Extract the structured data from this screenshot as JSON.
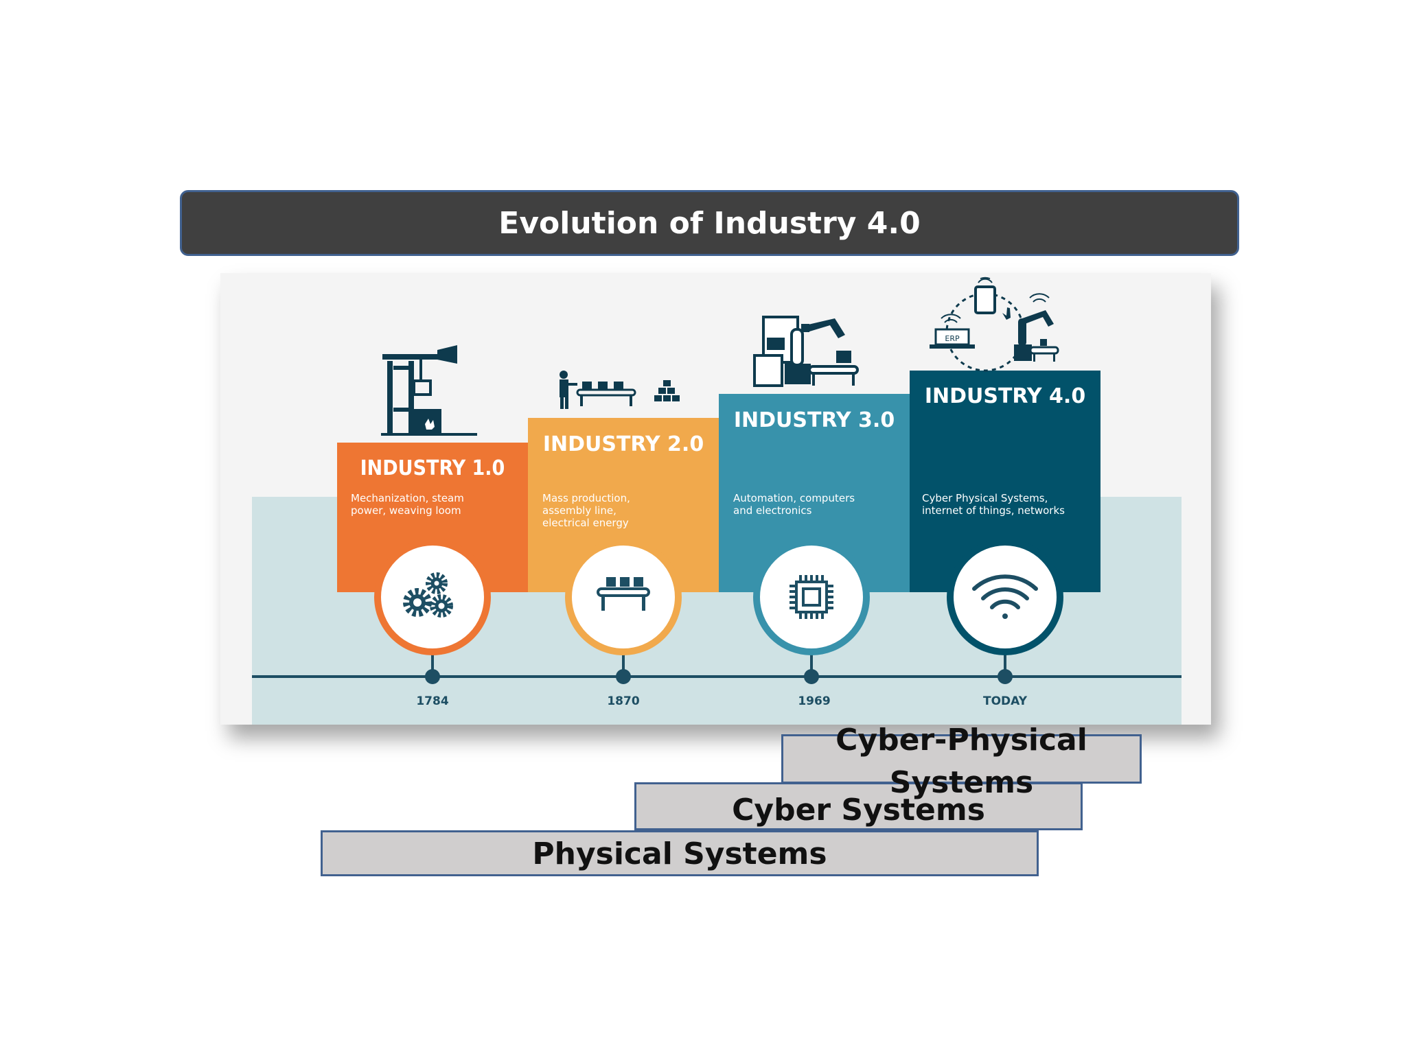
{
  "title": "Evolution of Industry 4.0",
  "stages": [
    {
      "heading": "INDUSTRY 1.0",
      "desc": [
        "Mechanization, steam",
        "power, weaving loom"
      ],
      "year": "1784",
      "color": "#ee7633",
      "icon": "gears-icon"
    },
    {
      "heading": "INDUSTRY 2.0",
      "desc": [
        "Mass production,",
        "assembly line,",
        "electrical energy"
      ],
      "year": "1870",
      "color": "#f1a94c",
      "icon": "conveyor-icon"
    },
    {
      "heading": "INDUSTRY 3.0",
      "desc": [
        "Automation, computers",
        "and electronics"
      ],
      "year": "1969",
      "color": "#3892ab",
      "icon": "chip-icon"
    },
    {
      "heading": "INDUSTRY 4.0",
      "desc": [
        "Cyber Physical Systems,",
        "internet of things, networks"
      ],
      "year": "TODAY",
      "color": "#02526a",
      "icon": "wifi-icon"
    }
  ],
  "erp_label": "ERP",
  "stairs": {
    "top": [
      "Cyber-Physical",
      "Systems"
    ],
    "middle": "Cyber Systems",
    "bottom": "Physical Systems"
  },
  "colors": {
    "title_bg": "#404040",
    "border": "#41618f",
    "stair_fill": "#d0cece",
    "timeline": "#1d4e63",
    "band": "#cfe2e4"
  }
}
